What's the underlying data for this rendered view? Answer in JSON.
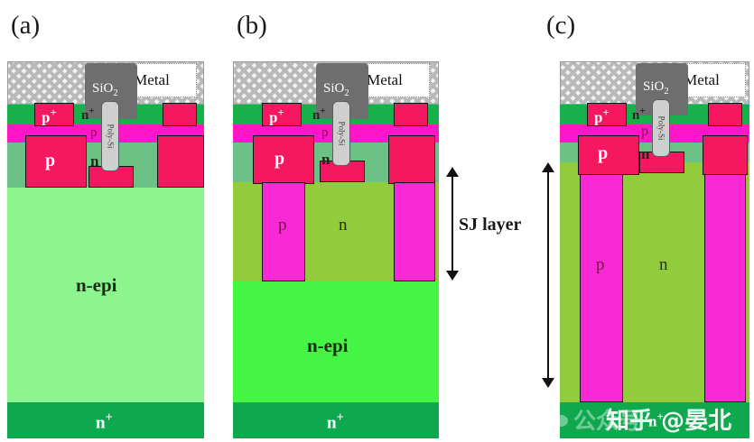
{
  "figure": {
    "panels": [
      {
        "id": "a",
        "label": "(a)",
        "caption_tags": {
          "metal": "Metal",
          "oxide": "SiO2",
          "oxide_sub": "2",
          "gate": "Poly-Si",
          "pplus": "p+",
          "nplus_top": "n+",
          "p_body_strip": "p",
          "p_box": "p",
          "n_region": "n",
          "epi": "n-epi",
          "substrate": "n+"
        }
      },
      {
        "id": "b",
        "label": "(b)",
        "caption_tags": {
          "metal": "Metal",
          "oxide": "SiO2",
          "oxide_sub": "2",
          "gate": "Poly-Si",
          "pplus": "p+",
          "nplus_top": "n+",
          "p_body_strip": "p",
          "p_box": "p",
          "n_region": "n",
          "sj_p": "p",
          "sj_n": "n",
          "epi": "n-epi",
          "substrate": "n+"
        }
      },
      {
        "id": "c",
        "label": "(c)",
        "caption_tags": {
          "metal": "Metal",
          "oxide": "SiO2",
          "oxide_sub": "2",
          "gate": "Poly-Si",
          "pplus": "p+",
          "nplus_top": "n+",
          "p_body_strip": "p",
          "p_box": "p",
          "n_region": "n",
          "sj_p": "p",
          "sj_n": "n",
          "substrate": "n+"
        }
      }
    ],
    "annotations": {
      "sj_layer_label": "SJ layer"
    },
    "watermark": {
      "wechat_text": "公众号",
      "zhihu_text": "知乎 @晏北"
    },
    "colors": {
      "p_doping": "#f5175f",
      "p_pillar": "#f92ad6",
      "p_strip": "#ff16c8",
      "n_plus_strip": "#18b04a",
      "n_body": "#6cc185",
      "n_epi_a": "#8df58d",
      "n_epi_b": "#44f544",
      "sj_n": "#92cb3c",
      "substrate": "#0fa84f",
      "oxide": "#6e6e6e",
      "gate_poly": "#cfcfcf",
      "metal_hatch": "#b9b9b9"
    }
  }
}
